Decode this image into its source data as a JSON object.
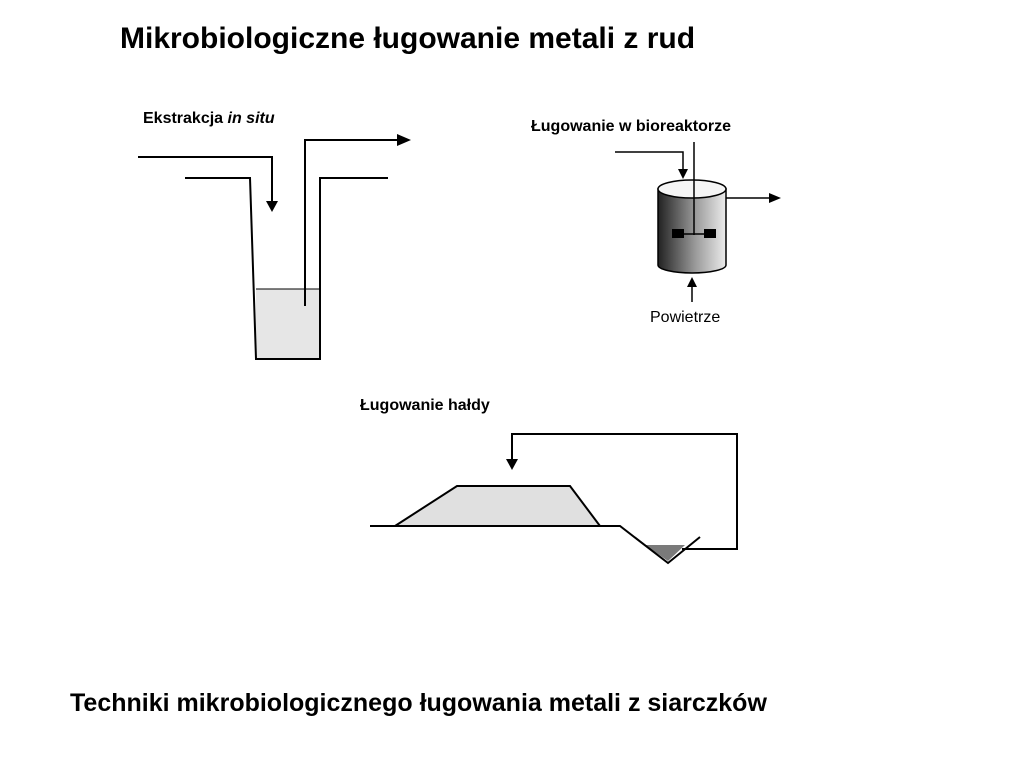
{
  "slide": {
    "title": "Mikrobiologiczne ługowanie metali z rud",
    "caption": "Techniki mikrobiologicznego ługowania metali z siarczków"
  },
  "in_situ": {
    "label_prefix": "Ekstrakcja",
    "label_italic": "in situ"
  },
  "bioreactor": {
    "label": "Ługowanie w bioreaktorze",
    "air_label": "Powietrze"
  },
  "heap": {
    "label": "Ługowanie hałdy"
  },
  "colors": {
    "liquid": "#e6e6e6",
    "heap_fill": "#e0e0e0",
    "pond_fill": "#7a7a7a",
    "line": "#000000"
  }
}
